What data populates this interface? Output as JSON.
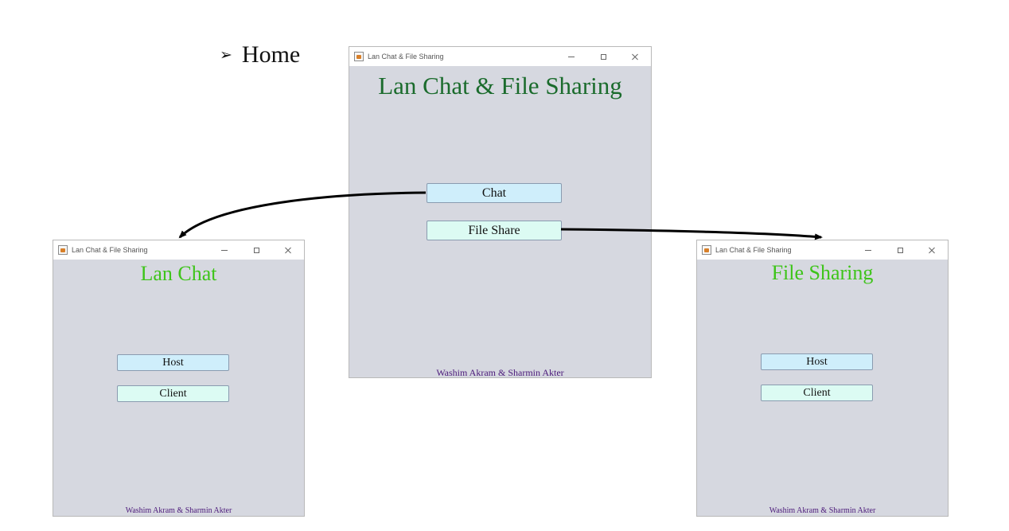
{
  "heading": {
    "bullet": "➢",
    "text": "Home"
  },
  "colors": {
    "window_bg": "#d6d8e0",
    "home_title_color": "#1a6b2c",
    "sub_title_color": "#3ec41a",
    "footer_color": "#4b1a7a",
    "button_blue": "#cfeefb",
    "button_mint": "#dcfbf3",
    "arrow_color": "#000000"
  },
  "windows": {
    "home": {
      "titlebar": "Lan Chat & File Sharing",
      "title": "Lan Chat & File Sharing",
      "buttons": {
        "chat": "Chat",
        "file_share": "File Share"
      },
      "footer": "Washim Akram & Sharmin Akter"
    },
    "chat": {
      "titlebar": "Lan Chat & File Sharing",
      "title": "Lan Chat",
      "buttons": {
        "host": "Host",
        "client": "Client"
      },
      "footer": "Washim Akram & Sharmin Akter"
    },
    "file": {
      "titlebar": "Lan Chat & File Sharing",
      "title": "File Sharing",
      "buttons": {
        "host": "Host",
        "client": "Client"
      },
      "footer": "Washim Akram & Sharmin Akter"
    }
  },
  "icons": {
    "window_icon": "java-app-icon",
    "minimize": "minimize-icon",
    "maximize": "maximize-icon",
    "close": "close-icon",
    "bullet": "arrow-bullet-icon"
  }
}
